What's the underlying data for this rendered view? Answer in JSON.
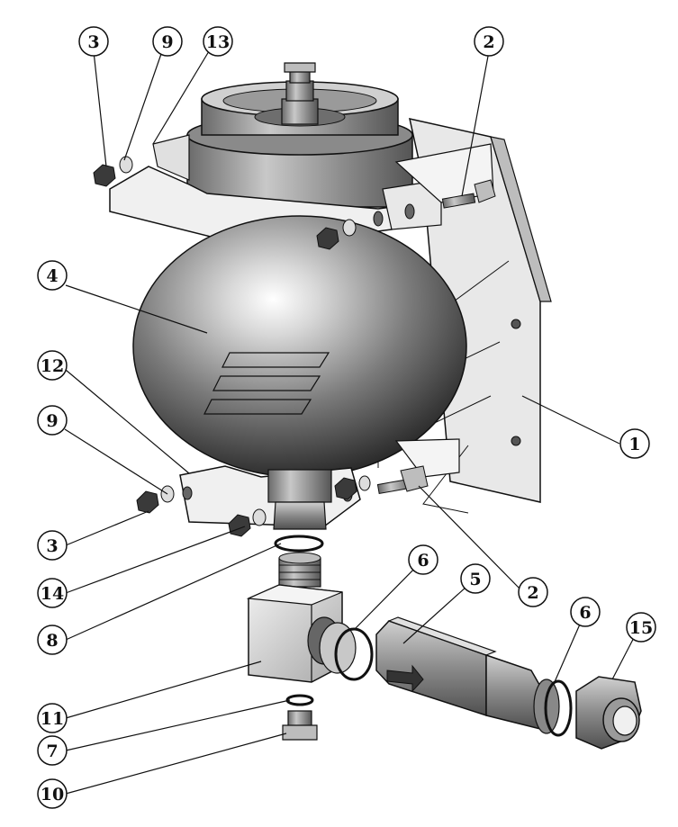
{
  "callouts": {
    "c3_top": "3",
    "c9_top": "9",
    "c13": "13",
    "c2_top": "2",
    "c4": "4",
    "c12": "12",
    "c9_bottom": "9",
    "c1": "1",
    "c3_bottom": "3",
    "c14": "14",
    "c2_bottom": "2",
    "c6_left": "6",
    "c5": "5",
    "c6_right": "6",
    "c15": "15",
    "c8": "8",
    "c11": "11",
    "c7": "7",
    "c10": "10"
  },
  "colors": {
    "outline": "#111111",
    "bracket_plate": "#e9e9e9",
    "sphere_dark": "#2a2a2a",
    "sphere_light": "#ffffff",
    "metal_mid": "#9a9a9a",
    "metal_dark": "#4a4a4a"
  }
}
